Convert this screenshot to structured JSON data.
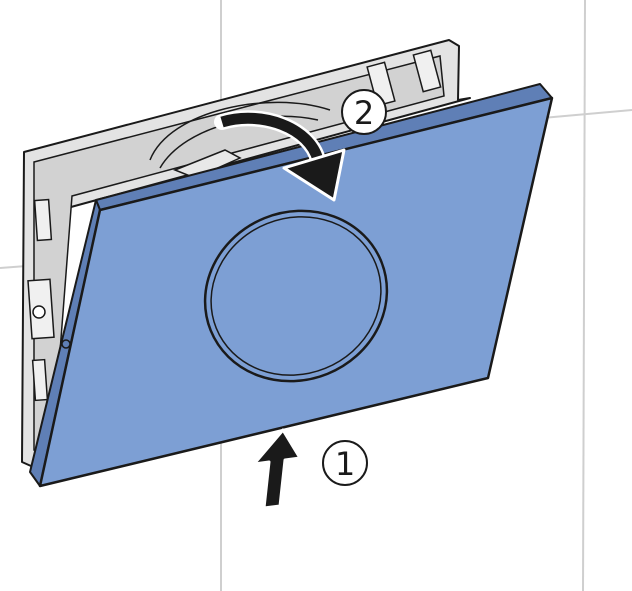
{
  "steps": [
    {
      "label": "1",
      "action": "push-up"
    },
    {
      "label": "2",
      "action": "tilt-back"
    }
  ],
  "colors": {
    "plate_fill": "#7d9fd4",
    "plate_edge": "#5f7fb6",
    "outline": "#1a1a1a",
    "wall_grid": "#cfcfcf",
    "frame_fill": "#d9d9d9",
    "frame_shadow": "#9a9a9a"
  },
  "icons": [
    "up-arrow-icon",
    "curved-arrow-icon"
  ]
}
